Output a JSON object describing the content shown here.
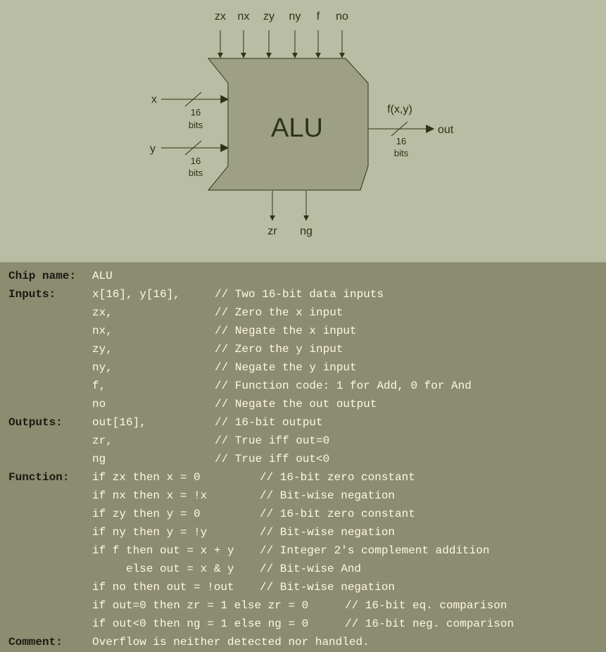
{
  "diagram": {
    "chip_title": "ALU",
    "control_inputs": [
      "zx",
      "nx",
      "zy",
      "ny",
      "f",
      "no"
    ],
    "data_inputs": [
      {
        "name": "x",
        "width": "16",
        "unit": "bits"
      },
      {
        "name": "y",
        "width": "16",
        "unit": "bits"
      }
    ],
    "output": {
      "function_label": "f(x,y)",
      "name": "out",
      "width": "16",
      "unit": "bits"
    },
    "status_outputs": [
      "zr",
      "ng"
    ]
  },
  "spec": {
    "lines": [
      {
        "key": "Chip name:",
        "value": "ALU",
        "comment": ""
      },
      {
        "key": "Inputs:",
        "value": "x[16], y[16],",
        "comment": "// Two 16-bit data inputs"
      },
      {
        "key": "",
        "value": "zx,",
        "comment": "// Zero the x input"
      },
      {
        "key": "",
        "value": "nx,",
        "comment": "// Negate the x input"
      },
      {
        "key": "",
        "value": "zy,",
        "comment": "// Zero the y input"
      },
      {
        "key": "",
        "value": "ny,",
        "comment": "// Negate the y input"
      },
      {
        "key": "",
        "value": "f,",
        "comment": "// Function code: 1 for Add, 0 for And"
      },
      {
        "key": "",
        "value": "no",
        "comment": "// Negate the out output"
      },
      {
        "key": "Outputs:",
        "value": "out[16],",
        "comment": "// 16-bit output"
      },
      {
        "key": "",
        "value": "zr,",
        "comment": "// True iff out=0"
      },
      {
        "key": "",
        "value": "ng",
        "comment": "// True iff out<0"
      },
      {
        "key": "Function:",
        "value": "if zx then x = 0",
        "comment": "// 16-bit zero constant"
      },
      {
        "key": "",
        "value": "if nx then x = !x",
        "comment": "// Bit-wise negation"
      },
      {
        "key": "",
        "value": "if zy then y = 0",
        "comment": "// 16-bit zero constant"
      },
      {
        "key": "",
        "value": "if ny then y = !y",
        "comment": "// Bit-wise negation"
      },
      {
        "key": "",
        "value": "if f then out = x + y",
        "comment": "// Integer 2's complement addition"
      },
      {
        "key": "",
        "value": "     else out = x & y",
        "comment": "// Bit-wise And"
      },
      {
        "key": "",
        "value": "if no then out = !out",
        "comment": "// Bit-wise negation"
      },
      {
        "key": "",
        "value": "if out=0 then zr = 1 else zr = 0",
        "comment": "// 16-bit eq. comparison"
      },
      {
        "key": "",
        "value": "if out<0 then ng = 1 else ng = 0",
        "comment": "// 16-bit neg. comparison"
      },
      {
        "key": "Comment:",
        "value": "Overflow is neither detected nor handled.",
        "comment": ""
      }
    ]
  },
  "colors": {
    "diagram_background": "#b8bda3",
    "chip_fill": "#9ea086",
    "wire": "#2e3316",
    "spec_background": "#8b8c70",
    "spec_text": "#fff7e6",
    "spec_key": "#1a1a12"
  }
}
